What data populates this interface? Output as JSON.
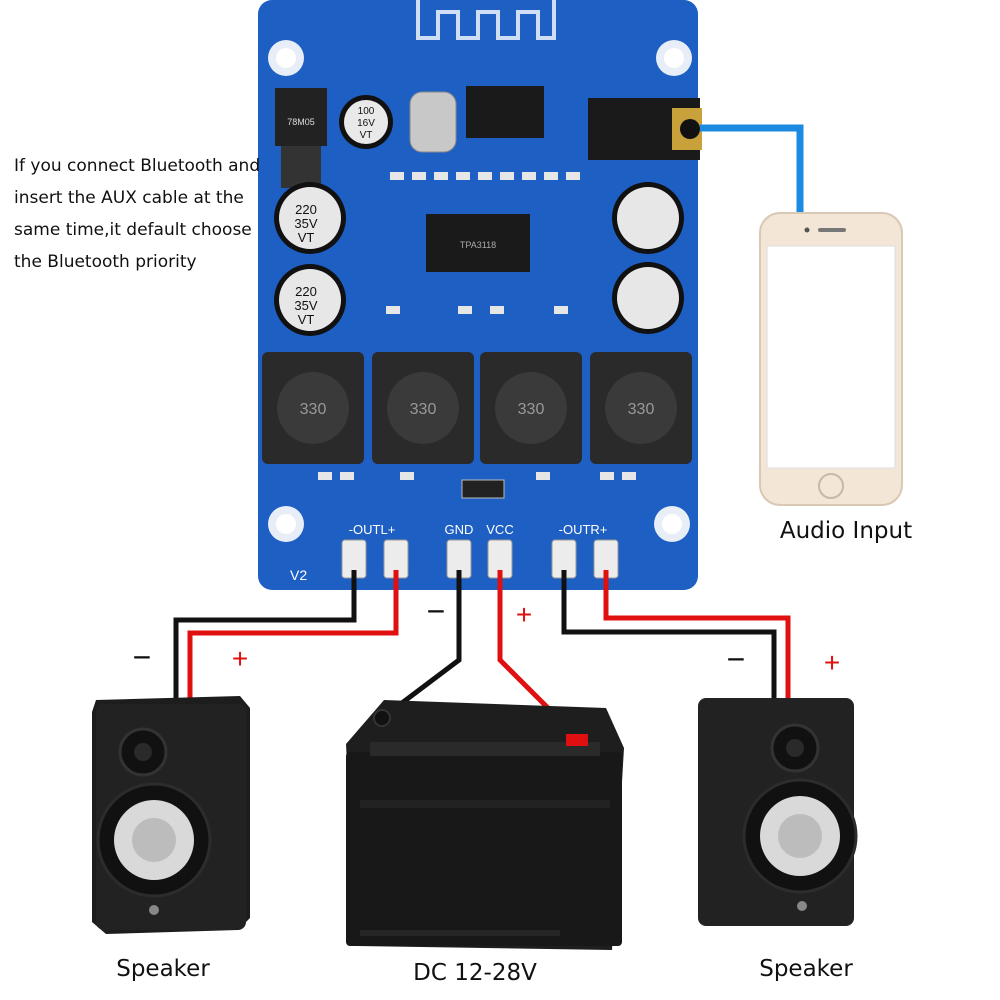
{
  "note": "If you connect Bluetooth and insert the AUX cable at the same time,it default choose the Bluetooth priority",
  "captions": {
    "audio_input": "Audio Input",
    "speaker_left": "Speaker",
    "speaker_right": "Speaker",
    "power": "DC 12-28V"
  },
  "polarity": {
    "minus": "−",
    "plus": "+"
  },
  "board": {
    "terminals": {
      "out_l": "-OUTL+",
      "gnd": "GND",
      "vcc": "VCC",
      "out_r": "-OUTR+"
    },
    "inductor_value": "330",
    "cap_big": [
      "220",
      "35V",
      "VT"
    ],
    "cap_small": [
      "100",
      "16V",
      "VT"
    ],
    "regulator": "78M05",
    "version": "V2",
    "chip": "TPA3118"
  },
  "colors": {
    "board": "#1e5fc4",
    "wire_red": "#e01010",
    "wire_black": "#111111",
    "aux_cable": "#1a8be0"
  }
}
